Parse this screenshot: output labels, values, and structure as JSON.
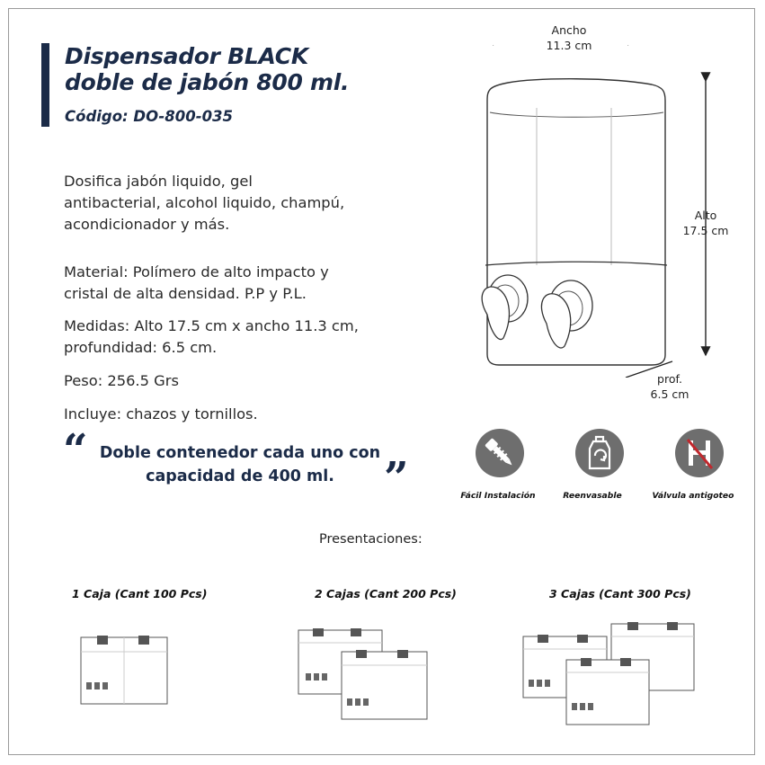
{
  "product": {
    "title_line1": "Dispensador BLACK",
    "title_line2": "doble de jabón 800 ml.",
    "code": "Código: DO-800-035"
  },
  "description": {
    "line1": "Dosifica jabón liquido, gel",
    "line2": "antibacterial, alcohol liquido, champú,",
    "line3": "acondicionador y más.",
    "material_line1": "Material: Polímero de alto impacto y",
    "material_line2": "cristal de alta densidad. P.P y P.L.",
    "medidas_line1": "Medidas: Alto 17.5 cm x ancho 11.3 cm,",
    "medidas_line2": "profundidad: 6.5 cm.",
    "peso": "Peso: 256.5 Grs",
    "incluye": "Incluye: chazos y tornillos."
  },
  "quote": {
    "open": "“",
    "close": "”",
    "line1": "Doble contenedor cada uno con",
    "line2": "capacidad de 400 ml."
  },
  "dimensions": {
    "width_label": "Ancho",
    "width_value": "11.3 cm",
    "height_label": "Alto",
    "height_value": "17.5 cm",
    "depth_label": "prof.",
    "depth_value": "6.5 cm"
  },
  "features": [
    {
      "label": "Fácil Instalación",
      "icon": "screw-icon"
    },
    {
      "label": "Reenvasable",
      "icon": "refill-bottle-icon"
    },
    {
      "label": "Válvula antigoteo",
      "icon": "no-drip-valve-icon"
    }
  ],
  "presentations": {
    "title": "Presentaciones:",
    "options": [
      {
        "label": "1 Caja (Cant 100 Pcs)",
        "boxes": 1
      },
      {
        "label": "2 Cajas (Cant 200 Pcs)",
        "boxes": 2
      },
      {
        "label": "3 Cajas (Cant 300 Pcs)",
        "boxes": 3
      }
    ]
  },
  "colors": {
    "brand_navy": "#1b2b48",
    "icon_gray": "#6e6e6e"
  }
}
